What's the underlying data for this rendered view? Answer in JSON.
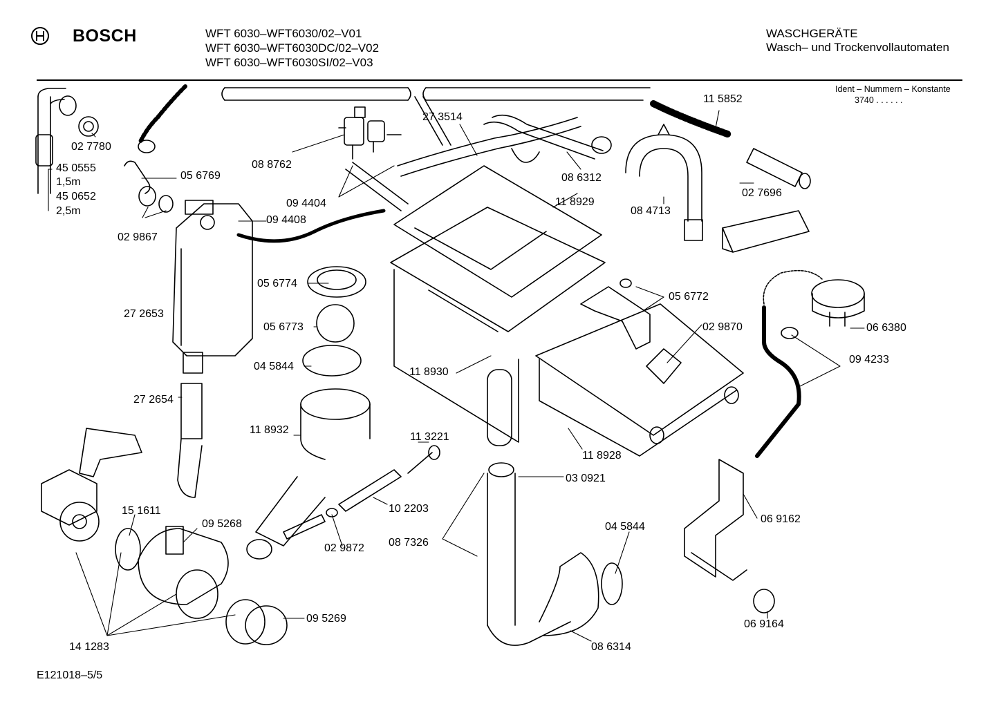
{
  "header": {
    "brand": "BOSCH",
    "models": [
      "WFT 6030–WFT6030/02–V01",
      "WFT 6030–WFT6030DC/02–V02",
      "WFT 6030–WFT6030SI/02–V03"
    ],
    "category": "WASCHGERÄTE",
    "subcategory": "Wasch– und Trockenvollautomaten",
    "ident_title": "Ident – Nummern – Konstante",
    "ident_value": "3740 . . . . . ."
  },
  "parts": {
    "p027780": "02 7780",
    "p450555": "45 0555",
    "len1": "1,5m",
    "p450652": "45 0652",
    "len2": "2,5m",
    "p056769": "05 6769",
    "p029867": "02 9867",
    "p088762": "08 8762",
    "p273514": "27 3514",
    "p094404": "09 4404",
    "p094408": "09 4408",
    "p115852": "11 5852",
    "p086312": "08 6312",
    "p084713": "08 4713",
    "p027696": "02 7696",
    "p118929": "11 8929",
    "p272653": "27 2653",
    "p056774": "05 6774",
    "p056773": "05 6773",
    "p045844a": "04 5844",
    "p056772": "05 6772",
    "p029870": "02 9870",
    "p066380": "06 6380",
    "p094233": "09 4233",
    "p118930": "11 8930",
    "p272654": "27 2654",
    "p118932": "11 8932",
    "p113221": "11 3221",
    "p118928": "11 8928",
    "p030921": "03 0921",
    "p102203": "10 2203",
    "p151611": "15 1611",
    "p095268": "09 5268",
    "p029872": "02 9872",
    "p087326": "08 7326",
    "p045844b": "04 5844",
    "p069162": "06 9162",
    "p095269": "09 5269",
    "p069164": "06 9164",
    "p141283": "14 1283",
    "p086314": "08 6314"
  },
  "footer": {
    "doc_id": "E121018–5/5"
  }
}
